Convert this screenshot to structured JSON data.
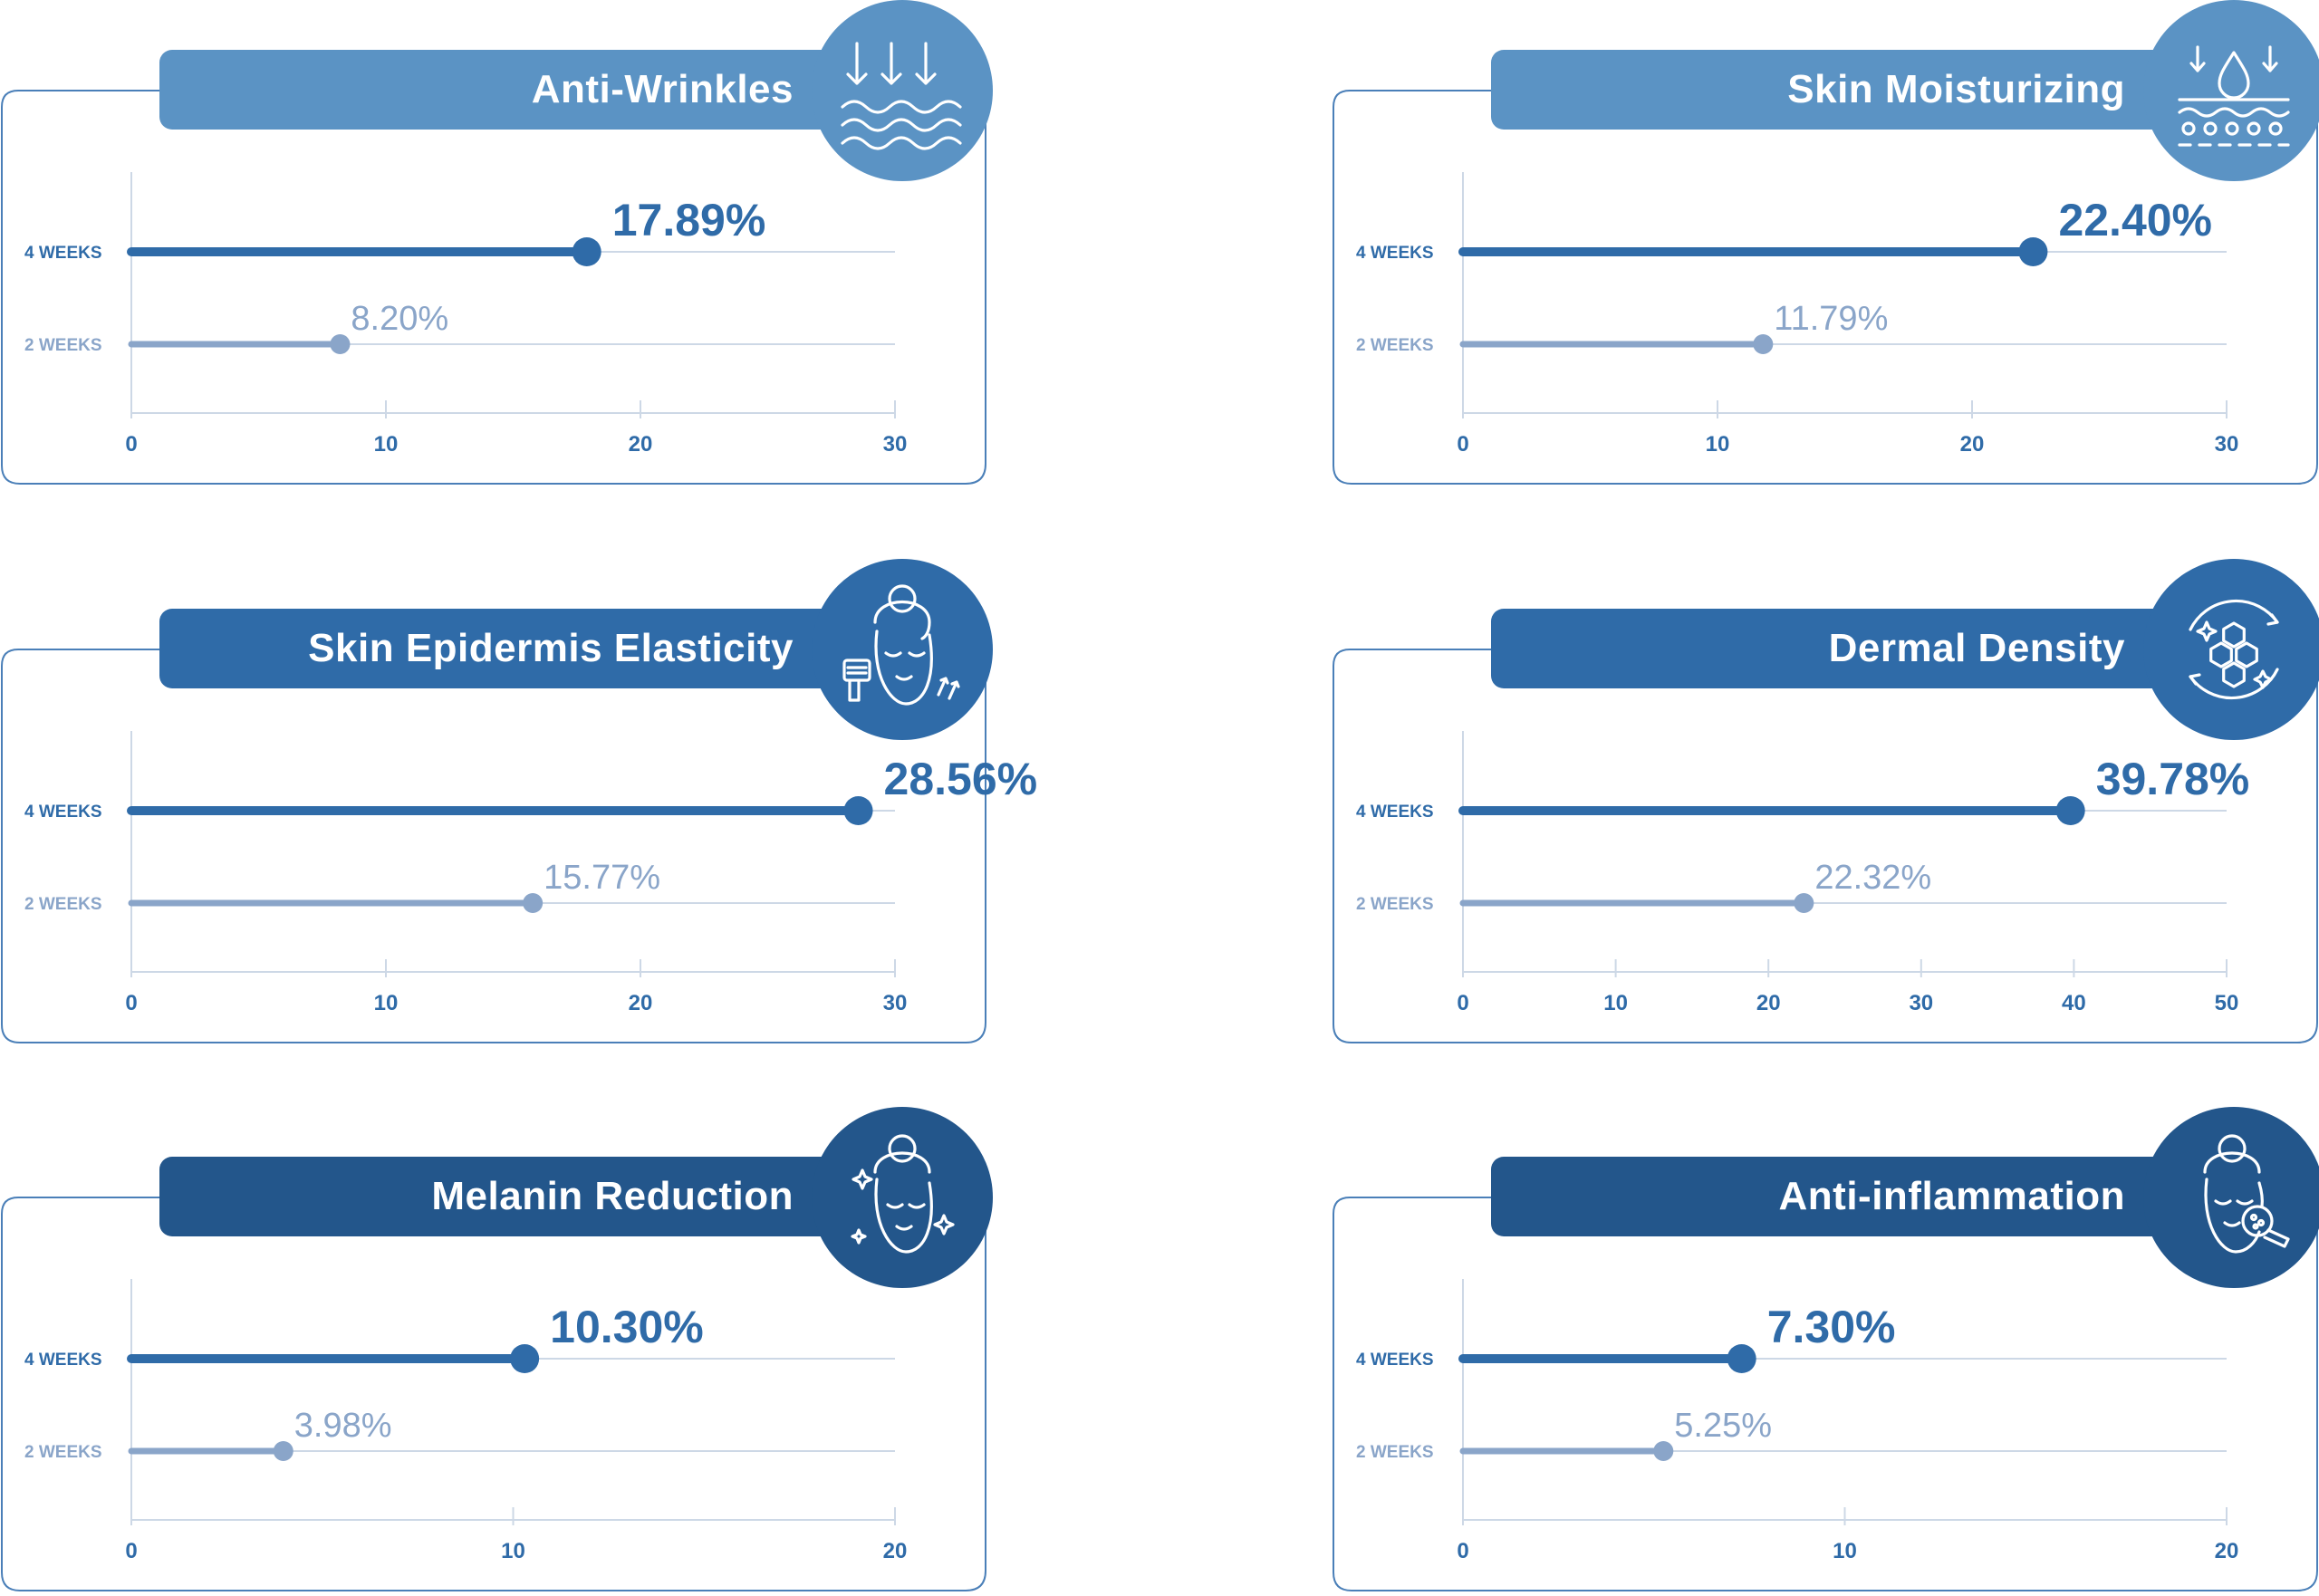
{
  "colors": {
    "dark_series": "#2f6ba8",
    "light_series": "#8aa5c9",
    "frame": "#4a7fb8",
    "grid": "#cdd8e6",
    "header_light": "#5b93c4",
    "header_mid": "#2f6ba8",
    "header_dark": "#23568b"
  },
  "chart_data": [
    {
      "type": "lollipop",
      "title": "Anti-Wrinkles",
      "icon": "wrinkles-waves-icon",
      "categories": [
        "4 WEEKS",
        "2 WEEKS"
      ],
      "values": [
        17.89,
        8.2
      ],
      "value_labels": [
        "17.89%",
        "8.20%"
      ],
      "xlim": [
        0,
        30
      ],
      "xticks": [
        0,
        10,
        20,
        30
      ],
      "grid": true
    },
    {
      "type": "lollipop",
      "title": "Skin Moisturizing",
      "icon": "skin-moisture-drop-icon",
      "categories": [
        "4 WEEKS",
        "2 WEEKS"
      ],
      "values": [
        22.4,
        11.79
      ],
      "value_labels": [
        "22.40%",
        "11.79%"
      ],
      "xlim": [
        0,
        30
      ],
      "xticks": [
        0,
        10,
        20,
        30
      ],
      "grid": true
    },
    {
      "type": "lollipop",
      "title": "Skin Epidermis Elasticity",
      "icon": "face-elasticity-icon",
      "categories": [
        "4 WEEKS",
        "2 WEEKS"
      ],
      "values": [
        28.56,
        15.77
      ],
      "value_labels": [
        "28.56%",
        "15.77%"
      ],
      "xlim": [
        0,
        30
      ],
      "xticks": [
        0,
        10,
        20,
        30
      ],
      "grid": true
    },
    {
      "type": "lollipop",
      "title": "Dermal Density",
      "icon": "hexagon-density-icon",
      "categories": [
        "4 WEEKS",
        "2 WEEKS"
      ],
      "values": [
        39.78,
        22.32
      ],
      "value_labels": [
        "39.78%",
        "22.32%"
      ],
      "xlim": [
        0,
        50
      ],
      "xticks": [
        0,
        10,
        20,
        30,
        40,
        50
      ],
      "grid": true
    },
    {
      "type": "lollipop",
      "title": "Melanin Reduction",
      "icon": "face-sparkle-icon",
      "categories": [
        "4 WEEKS",
        "2 WEEKS"
      ],
      "values": [
        10.3,
        3.98
      ],
      "value_labels": [
        "10.30%",
        "3.98%"
      ],
      "xlim": [
        0,
        20
      ],
      "xticks": [
        0,
        10,
        20
      ],
      "grid": true
    },
    {
      "type": "lollipop",
      "title": "Anti-inflammation",
      "icon": "face-magnifier-icon",
      "categories": [
        "4 WEEKS",
        "2 WEEKS"
      ],
      "values": [
        7.3,
        5.25
      ],
      "value_labels": [
        "7.30%",
        "5.25%"
      ],
      "xlim": [
        0,
        20
      ],
      "xticks": [
        0,
        10,
        20
      ],
      "grid": true
    }
  ]
}
